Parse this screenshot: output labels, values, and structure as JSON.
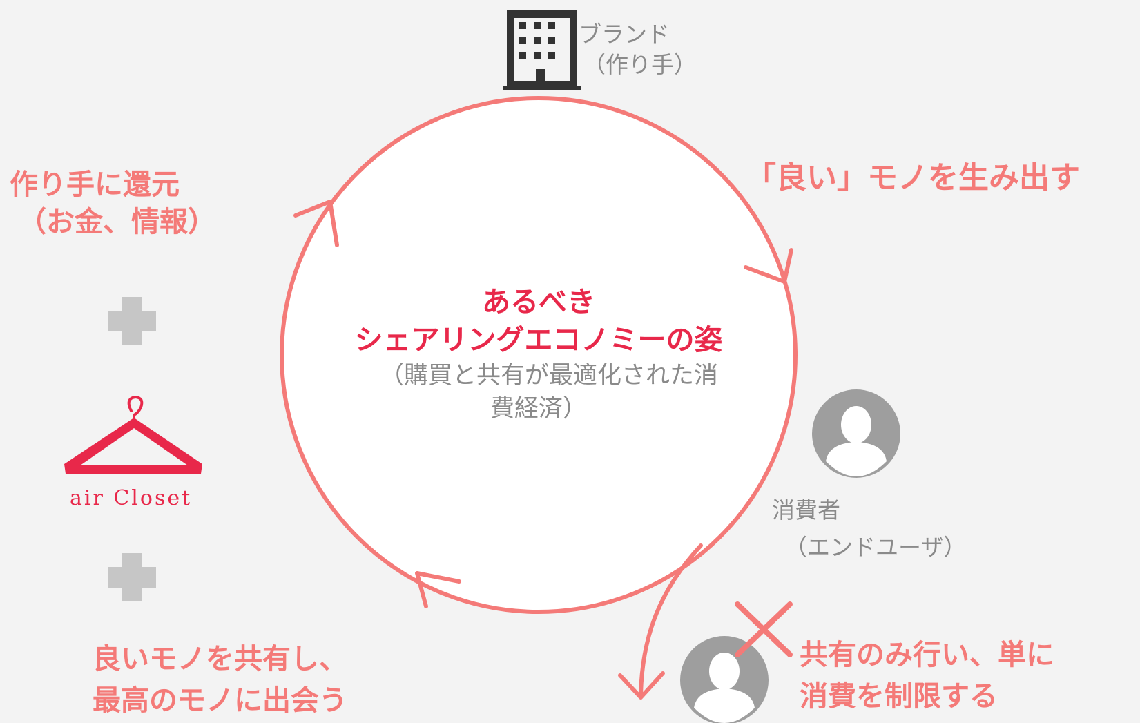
{
  "center": {
    "title_line1": "あるべき",
    "title_line2": "シェアリングエコノミーの姿",
    "sub_line1": "（購買と共有が最適化された消",
    "sub_line2": "費経済）"
  },
  "brand": {
    "icon": "building-icon",
    "line1": "ブランド",
    "line2": "（作り手）"
  },
  "good_things": "「良い」モノを生み出す",
  "consumer": {
    "icon": "user-avatar-icon",
    "line1": "消費者",
    "line2": "（エンドユーザ）"
  },
  "restrict": {
    "icon": "cross-mark-icon",
    "line1": "共有のみ行い、単に",
    "line2": "消費を制限する"
  },
  "share": {
    "line1": "良いモノを共有し、",
    "line2": "最高のモノに出会う"
  },
  "return": {
    "line1": "作り手に還元",
    "line2": "（お金、情報）"
  },
  "logo": {
    "icon": "hanger-icon",
    "text": "air Closet"
  },
  "colors": {
    "background": "#f3f3f3",
    "accent_salmon": "#f47a78",
    "accent_red": "#e8284a",
    "gray_text": "#8a8a8a",
    "icon_dark": "#333333",
    "plus_gray": "#c6c6c6",
    "avatar_gray": "#9e9e9e"
  }
}
